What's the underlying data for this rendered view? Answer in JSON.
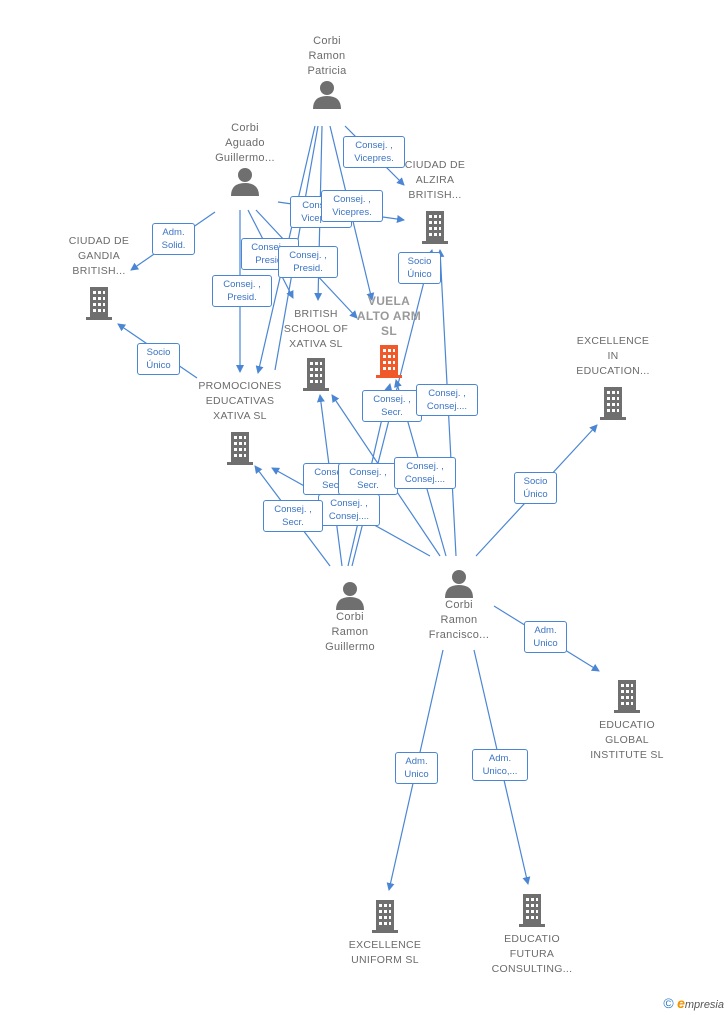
{
  "nodes": {
    "corbi_ramon_patricia": {
      "label": [
        "Corbi",
        "Ramon",
        "Patricia"
      ],
      "type": "person"
    },
    "corbi_aguado_guillermo": {
      "label": [
        "Corbi",
        "Aguado",
        "Guillermo..."
      ],
      "type": "person"
    },
    "ciudad_de_gandia": {
      "label": [
        "CIUDAD DE",
        "GANDIA",
        "BRITISH..."
      ],
      "type": "company"
    },
    "ciudad_de_alzira": {
      "label": [
        "CIUDAD DE",
        "ALZIRA",
        "BRITISH..."
      ],
      "type": "company"
    },
    "vuela_alto_arm": {
      "label": [
        "VUELA",
        "ALTO ARM",
        "SL"
      ],
      "type": "company",
      "focus": true
    },
    "british_school_xativa": {
      "label": [
        "BRITISH",
        "SCHOOL OF",
        "XATIVA SL"
      ],
      "type": "company"
    },
    "promociones_educativas": {
      "label": [
        "PROMOCIONES",
        "EDUCATIVAS",
        "XATIVA SL"
      ],
      "type": "company"
    },
    "excellence_in_education": {
      "label": [
        "EXCELLENCE",
        "IN",
        "EDUCATION..."
      ],
      "type": "company"
    },
    "corbi_ramon_guillermo": {
      "label": [
        "Corbi",
        "Ramon",
        "Guillermo"
      ],
      "type": "person"
    },
    "corbi_ramon_francisco": {
      "label": [
        "Corbi",
        "Ramon",
        "Francisco..."
      ],
      "type": "person"
    },
    "educatio_global": {
      "label": [
        "EDUCATIO",
        "GLOBAL",
        "INSTITUTE SL"
      ],
      "type": "company"
    },
    "excellence_uniform": {
      "label": [
        "EXCELLENCE",
        "UNIFORM SL"
      ],
      "type": "company"
    },
    "educatio_futura": {
      "label": [
        "EDUCATIO",
        "FUTURA",
        "CONSULTING..."
      ],
      "type": "company"
    }
  },
  "badges": [
    {
      "id": "b1",
      "lines": [
        "Consej. ,",
        "Vicepres."
      ]
    },
    {
      "id": "b2",
      "lines": [
        "Adm.",
        "Solid."
      ]
    },
    {
      "id": "b3",
      "lines": [
        "Consej. ,",
        "Vicepres."
      ]
    },
    {
      "id": "b4",
      "lines": [
        "Consej. ,",
        "Vicepres."
      ]
    },
    {
      "id": "b5",
      "lines": [
        "Consej. ,",
        "Presid."
      ]
    },
    {
      "id": "b6",
      "lines": [
        "Consej. ,",
        "Presid."
      ]
    },
    {
      "id": "b7",
      "lines": [
        "Consej. ,",
        "Presid."
      ]
    },
    {
      "id": "b8",
      "lines": [
        "Socio",
        "Único"
      ]
    },
    {
      "id": "b9",
      "lines": [
        "Socio",
        "Único"
      ]
    },
    {
      "id": "b10",
      "lines": [
        "Consej. ,",
        "Secr."
      ]
    },
    {
      "id": "b11",
      "lines": [
        "Consej. ,",
        "Consej...."
      ]
    },
    {
      "id": "b12",
      "lines": [
        "Consej. ,",
        "Secr."
      ]
    },
    {
      "id": "b13",
      "lines": [
        "Consej. ,",
        "Secr."
      ]
    },
    {
      "id": "b14",
      "lines": [
        "Consej. ,",
        "Consej...."
      ]
    },
    {
      "id": "b15",
      "lines": [
        "Consej. ,",
        "Consej...."
      ]
    },
    {
      "id": "b16",
      "lines": [
        "Consej. ,",
        "Secr."
      ]
    },
    {
      "id": "b17",
      "lines": [
        "Socio",
        "Único"
      ]
    },
    {
      "id": "b18",
      "lines": [
        "Adm.",
        "Unico"
      ]
    },
    {
      "id": "b19",
      "lines": [
        "Adm.",
        "Unico"
      ]
    },
    {
      "id": "b20",
      "lines": [
        "Adm.",
        "Unico,..."
      ]
    }
  ],
  "brand": {
    "copyright": "©",
    "e": "e",
    "rest": "mpresia"
  },
  "colors": {
    "edge": "#4a86d4",
    "person": "#6f6f6f",
    "company": "#6f6f6f",
    "focus": "#f0592a"
  }
}
